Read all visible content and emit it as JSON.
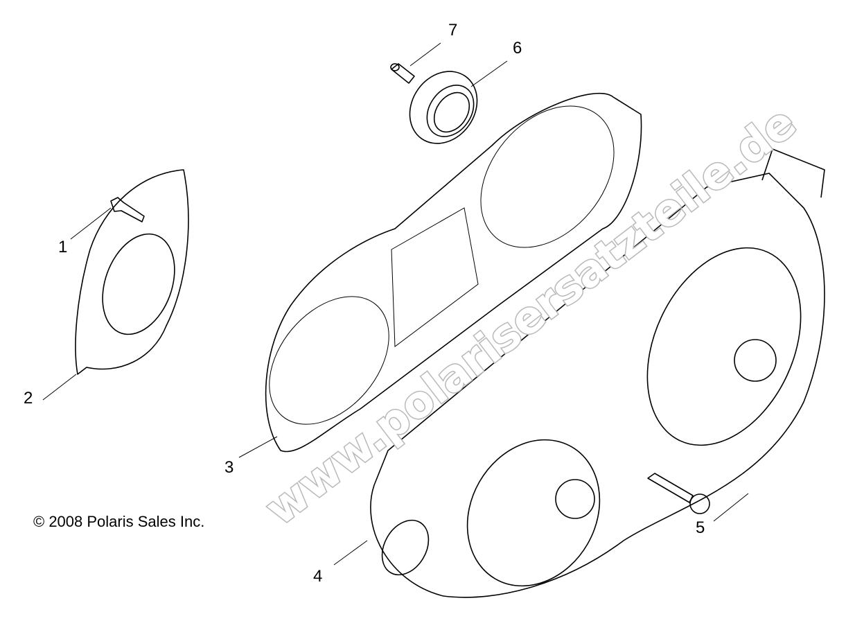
{
  "diagram": {
    "callouts": [
      "1",
      "2",
      "3",
      "4",
      "5",
      "6",
      "7"
    ],
    "copyright": "© 2008 Polaris Sales Inc.",
    "watermark": "www.polarisersatzteile.de"
  }
}
